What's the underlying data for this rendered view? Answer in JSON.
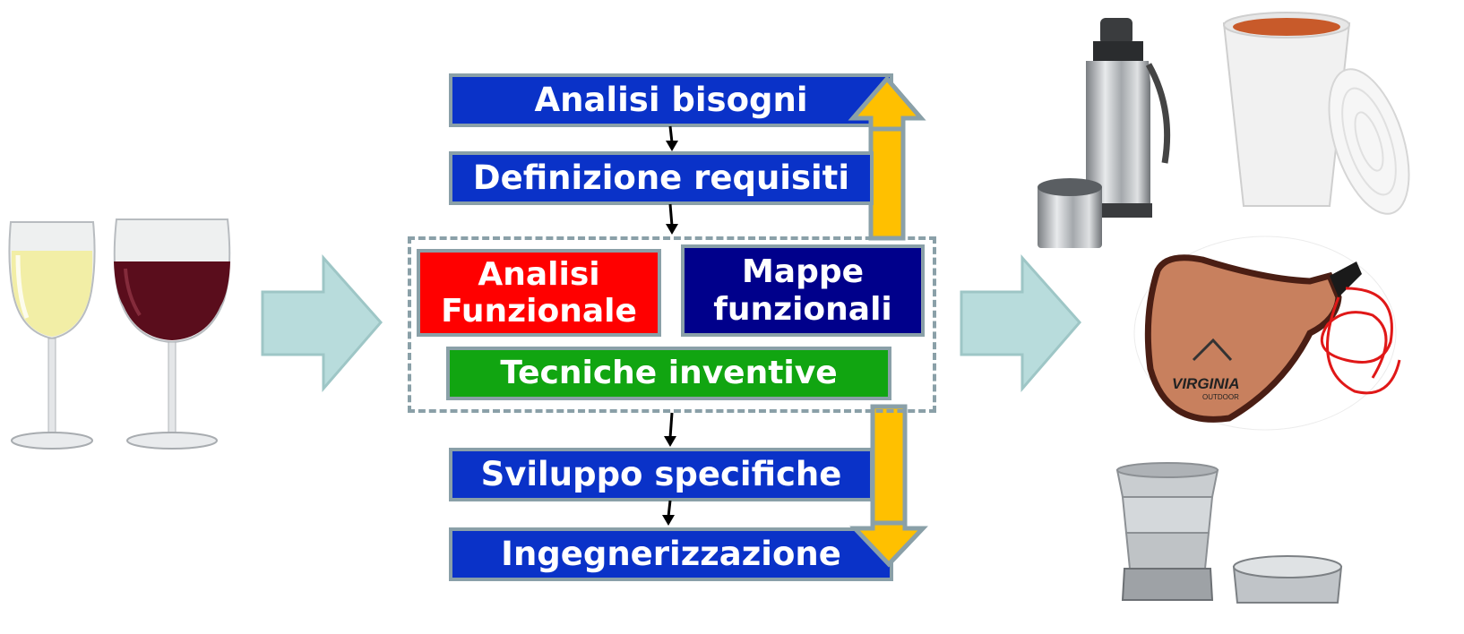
{
  "diagram": {
    "stages": {
      "analisi_bisogni": "Analisi bisogni",
      "definizione_requisiti": "Definizione requisiti",
      "sviluppo_specifiche": "Sviluppo specifiche",
      "ingegnerizzazione": "Ingegnerizzazione"
    },
    "toolbox": {
      "analisi_funzionale": "Analisi Funzionale",
      "mappe_funzionali": "Mappe funzionali",
      "tecniche_inventive": "Tecniche inventive"
    }
  },
  "images": {
    "flask_brand": "VIRGINIA",
    "flask_brand_sub": "OUTDOOR"
  },
  "colors": {
    "stage_blue": "#0a32c8",
    "navy": "#00008b",
    "red": "#ff0000",
    "green": "#11a511",
    "big_arrow": "#b8dcdc",
    "feedback_arrow": "#ffc000",
    "border_gray": "#8aa0a8"
  }
}
